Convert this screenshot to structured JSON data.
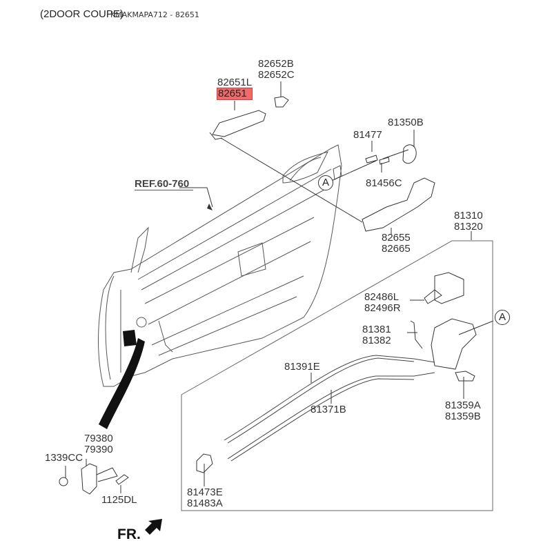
{
  "header": {
    "title": "(2DOOR COUPE)",
    "subtitle": "KMAKMAPA712 - 82651"
  },
  "reference": "REF.60-760",
  "direction_label": "FR.",
  "callout_letter": "A",
  "highlight_color": "#f06a6a",
  "parts": {
    "handle": {
      "lines": [
        "82651L",
        "82651"
      ],
      "highlighted": "82651"
    },
    "handle_cap": {
      "lines": [
        "82652B",
        "82652C"
      ]
    },
    "bolt": {
      "lines": [
        "81477"
      ]
    },
    "cover": {
      "lines": [
        "81350B"
      ]
    },
    "screw": {
      "lines": [
        "81456C"
      ]
    },
    "handle_bracket": {
      "lines": [
        "82655",
        "82665"
      ]
    },
    "latch_assembly": {
      "lines": [
        "81310",
        "81320"
      ]
    },
    "actuator": {
      "lines": [
        "82486L",
        "82496R"
      ]
    },
    "rod": {
      "lines": [
        "81381",
        "81382"
      ]
    },
    "cable_inner": {
      "lines": [
        "81391E"
      ]
    },
    "cable_outer": {
      "lines": [
        "81371B"
      ]
    },
    "clip": {
      "lines": [
        "81359A",
        "81359B"
      ]
    },
    "inside_handle": {
      "lines": [
        "81473E",
        "81483A"
      ]
    },
    "checker": {
      "lines": [
        "79380",
        "79390"
      ]
    },
    "nut": {
      "lines": [
        "1339CC"
      ]
    },
    "checker_bolt": {
      "lines": [
        "1125DL"
      ]
    }
  }
}
